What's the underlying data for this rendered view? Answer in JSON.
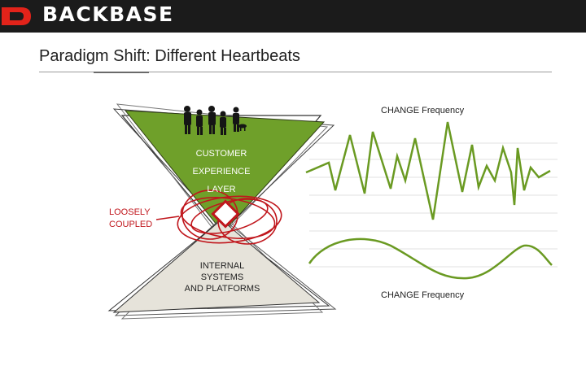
{
  "brand": {
    "name": "BACKBASE",
    "accent": "#e2231a"
  },
  "title": "Paradigm Shift: Different Heartbeats",
  "diagram": {
    "customer_lines": [
      "CUSTOMER",
      "EXPERIENCE",
      "LAYER"
    ],
    "coupling_label": [
      "LOOSELY",
      "COUPLED"
    ],
    "systems_lines": [
      "INTERNAL",
      "SYSTEMS",
      "AND PLATFORMS"
    ],
    "top_wave_label": "CHANGE Frequency",
    "bottom_wave_label": "CHANGE Frequency",
    "colors": {
      "customer_layer": "#6fa02a",
      "systems_layer": "#e6e3da",
      "coupling": "#c0161c",
      "wave": "#6a9a22"
    }
  }
}
